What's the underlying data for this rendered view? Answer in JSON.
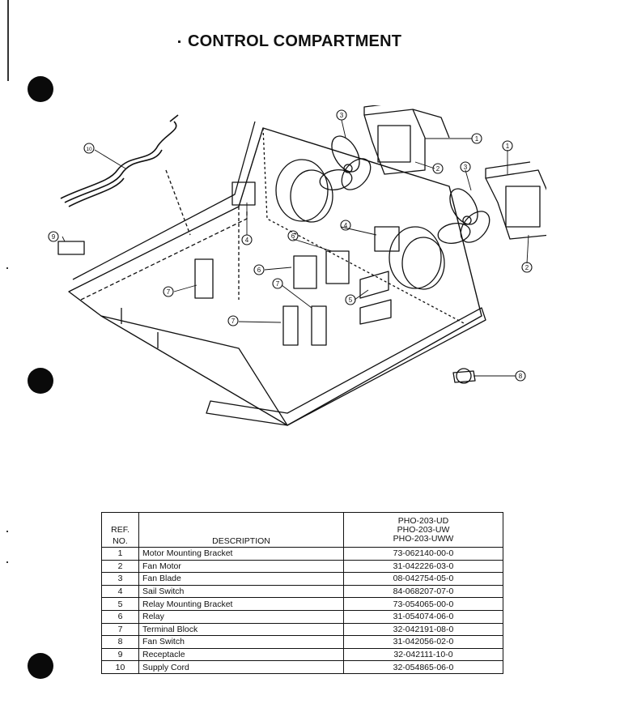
{
  "page": {
    "title": "CONTROL COMPARTMENT"
  },
  "diagram": {
    "callouts": [
      "1",
      "2",
      "3",
      "4",
      "5",
      "6",
      "7",
      "8",
      "9",
      "10"
    ]
  },
  "parts_table": {
    "headers": {
      "ref": "REF.",
      "no": "NO.",
      "description": "DESCRIPTION",
      "models": [
        "PHO-203-UD",
        "PHO-203-UW",
        "PHO-203-UWW"
      ]
    },
    "rows": [
      {
        "ref": "1",
        "description": "Motor Mounting Bracket",
        "part": "73-062140-00-0"
      },
      {
        "ref": "2",
        "description": "Fan Motor",
        "part": "31-042226-03-0"
      },
      {
        "ref": "3",
        "description": "Fan Blade",
        "part": "08-042754-05-0"
      },
      {
        "ref": "4",
        "description": "Sail Switch",
        "part": "84-068207-07-0"
      },
      {
        "ref": "5",
        "description": "Relay Mounting  Bracket",
        "part": "73-054065-00-0"
      },
      {
        "ref": "6",
        "description": "Relay",
        "part": "31-054074-06-0"
      },
      {
        "ref": "7",
        "description": "Terminal Block",
        "part": "32-042191-08-0"
      },
      {
        "ref": "8",
        "description": "Fan Switch",
        "part": "31-042056-02-0"
      },
      {
        "ref": "9",
        "description": "Receptacle",
        "part": "32-042111-10-0"
      },
      {
        "ref": "10",
        "description": "Supply Cord",
        "part": "32-054865-06-0"
      }
    ]
  }
}
